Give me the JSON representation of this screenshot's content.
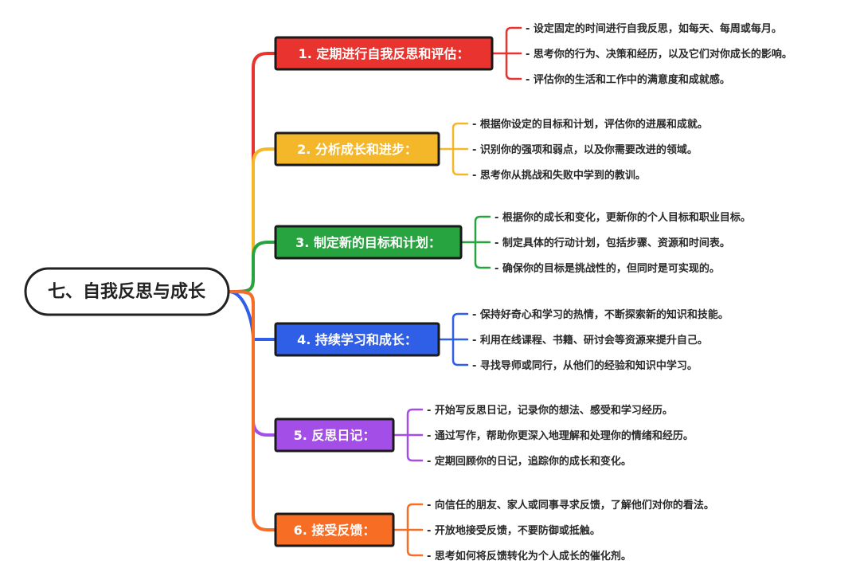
{
  "root": {
    "label": "七、自我反思与成长"
  },
  "branches": [
    {
      "label": "1. 定期进行自我反思和评估：",
      "color": "#e8332e",
      "items": [
        "- 设定固定的时间进行自我反思，如每天、每周或每月。",
        "- 思考你的行为、决策和经历，以及它们对你成长的影响。",
        "- 评估你的生活和工作中的满意度和成就感。"
      ]
    },
    {
      "label": "2. 分析成长和进步：",
      "color": "#f5b72a",
      "items": [
        "- 根据你设定的目标和计划，评估你的进展和成就。",
        "- 识别你的强项和弱点，以及你需要改进的领域。",
        "- 思考你从挑战和失败中学到的教训。"
      ]
    },
    {
      "label": "3. 制定新的目标和计划：",
      "color": "#27a33f",
      "items": [
        "- 根据你的成长和变化，更新你的个人目标和职业目标。",
        "- 制定具体的行动计划，包括步骤、资源和时间表。",
        "- 确保你的目标是挑战性的，但同时是可实现的。"
      ]
    },
    {
      "label": "4. 持续学习和成长：",
      "color": "#2f5fe6",
      "items": [
        "- 保持好奇心和学习的热情，不断探索新的知识和技能。",
        "- 利用在线课程、书籍、研讨会等资源来提升自己。",
        "- 寻找导师或同行，从他们的经验和知识中学习。"
      ]
    },
    {
      "label": "5. 反思日记：",
      "color": "#a44ee8",
      "items": [
        "- 开始写反思日记，记录你的想法、感受和学习经历。",
        "- 通过写作，帮助你更深入地理解和处理你的情绪和经历。",
        "- 定期回顾你的日记，追踪你的成长和变化。"
      ]
    },
    {
      "label": "6. 接受反馈：",
      "color": "#f76d24",
      "items": [
        "- 向信任的朋友、家人或同事寻求反馈，了解他们对你的看法。",
        "- 开放地接受反馈，不要防御或抵触。",
        "- 思考如何将反馈转化为个人成长的催化剂。"
      ]
    }
  ]
}
